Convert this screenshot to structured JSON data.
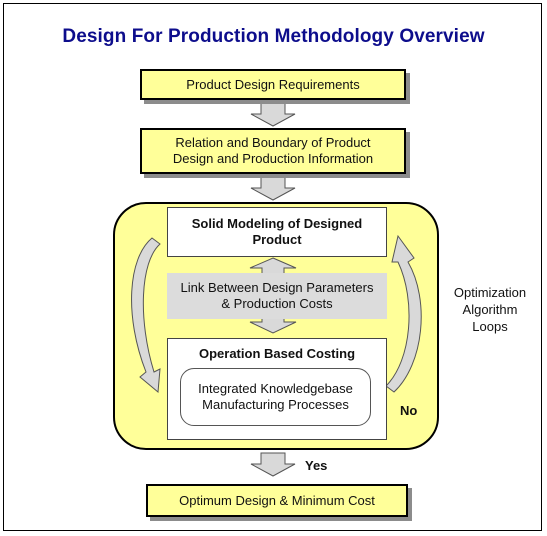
{
  "title": "Design For Production Methodology Overview",
  "boxes": {
    "requirements": "Product Design Requirements",
    "relation_line1": "Relation and Boundary of Product",
    "relation_line2": "Design and Production Information",
    "solid_line1": "Solid Modeling of Designed",
    "solid_line2": "Product",
    "link_line1": "Link Between Design Parameters",
    "link_line2": "& Production Costs",
    "costing": "Operation Based Costing",
    "kb_line1": "Integrated Knowledgebase",
    "kb_line2": "Manufacturing Processes",
    "optimum": "Optimum Design & Minimum Cost"
  },
  "labels": {
    "loop_line1": "Optimization",
    "loop_line2": "Algorithm",
    "loop_line3": "Loops",
    "no": "No",
    "yes": "Yes"
  },
  "colors": {
    "title": "#0d0d8c",
    "box_fill": "#ffff99",
    "arrow_fill": "#d9d9d9"
  }
}
